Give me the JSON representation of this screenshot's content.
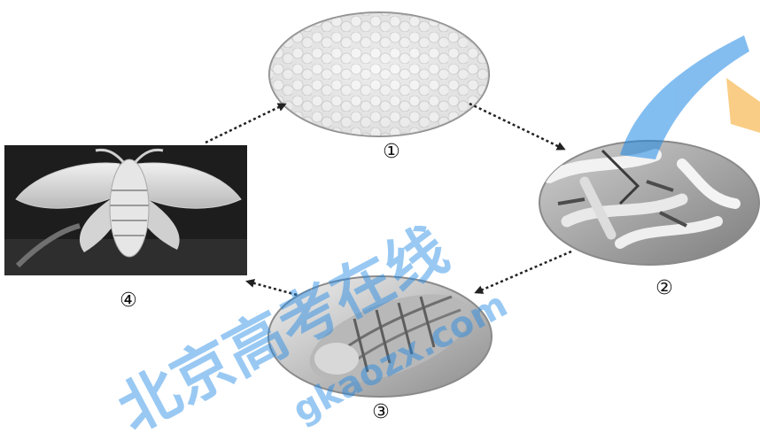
{
  "stages": [
    {
      "id": "eggs",
      "label": "①",
      "icon": "silkworm-eggs"
    },
    {
      "id": "larvae",
      "label": "②",
      "icon": "silkworm-larvae"
    },
    {
      "id": "pupa",
      "label": "③",
      "icon": "silkworm-pupa"
    },
    {
      "id": "adult",
      "label": "④",
      "icon": "silk-moth"
    }
  ],
  "watermark": {
    "text_cn": "北京高考在线",
    "text_url": "gkaozx.com",
    "colors": {
      "blue": "#1e88e5",
      "orange": "#f5a623"
    }
  },
  "colors": {
    "arrow": "#222222",
    "ellipse_border": "#8a8a8a"
  }
}
